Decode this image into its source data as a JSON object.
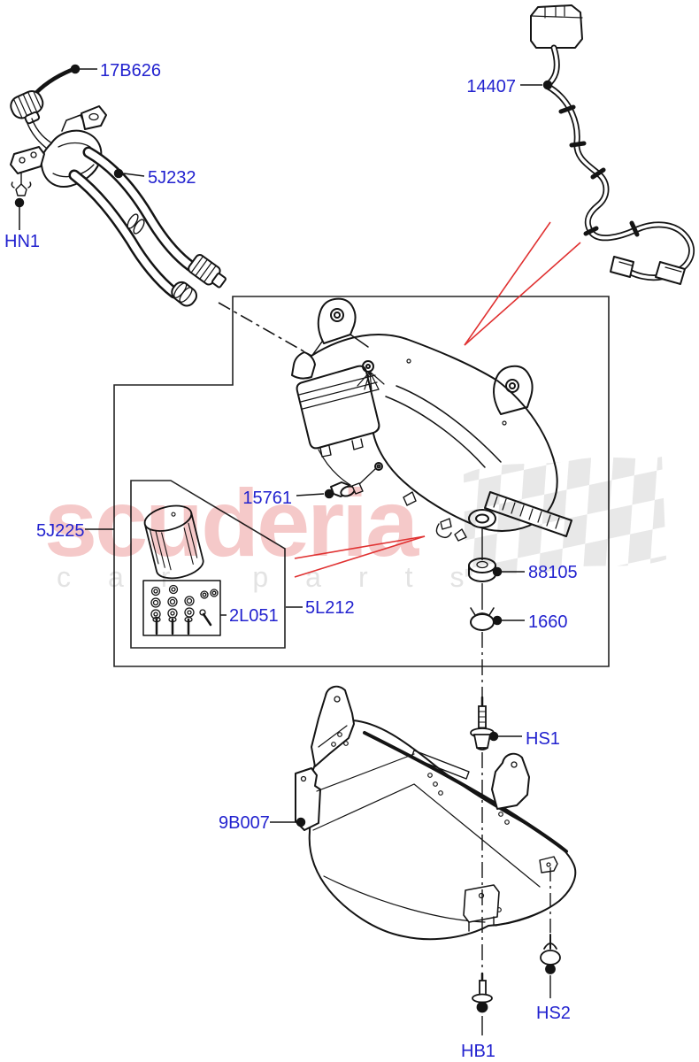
{
  "colors": {
    "background": "#ffffff",
    "line": "#141414",
    "label_blue": "#2222cf",
    "arrow_red": "#e03131",
    "watermark_pink": "#f5c9c9",
    "watermark_gray": "#e3e3e3",
    "flag_gray": "#e4e4e4"
  },
  "watermark": {
    "brand": "scuderia",
    "tagline": "car parts"
  },
  "callouts": {
    "cable": "17B626",
    "filler_pipe": "5J232",
    "nut": "HN1",
    "harness": "14407",
    "valve": "15761",
    "tank_box": "5J225",
    "grommet": "88105",
    "clip": "1660",
    "fastener_kit": "2L051",
    "pump_kit": "5L212",
    "skid_plate": "9B007",
    "screw_hs1": "HS1",
    "screw_hs2": "HS2",
    "bolt_hb1": "HB1"
  }
}
